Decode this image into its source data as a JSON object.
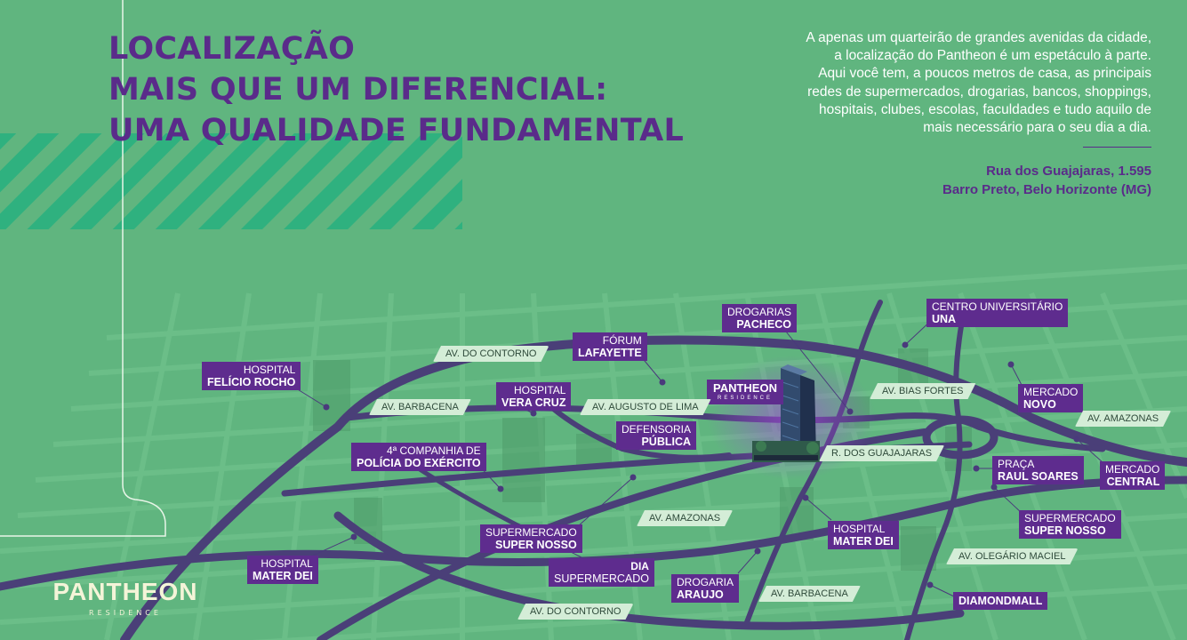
{
  "headline": {
    "line1": "LOCALIZAÇÃO",
    "line2": "MAIS QUE UM DIFERENCIAL:",
    "line3": "UMA QUALIDADE FUNDAMENTAL"
  },
  "intro": {
    "lines": [
      "A apenas um quarteirão de grandes avenidas da cidade,",
      "a localização do Pantheon é um espetáculo à parte.",
      "Aqui você tem, a poucos metros de casa, as principais",
      "redes de supermercados, drogarias, bancos, shoppings,",
      "hospitais, clubes, escolas, faculdades e tudo aquilo de",
      "mais necessário para o seu dia a dia."
    ]
  },
  "address": {
    "line1": "Rua dos Guajajaras, 1.595",
    "line2": "Barro Preto, Belo Horizonte (MG)"
  },
  "logo": {
    "name": "PANTHEON",
    "sub": "RESIDENCE"
  },
  "map": {
    "colors": {
      "road": "#4a3f78",
      "background": "#60b57f",
      "label": "#5e2c8e",
      "street_label": "#d4edd7"
    },
    "building": {
      "name": "PANTHEON",
      "sub": "RESIDENCE"
    },
    "pois": [
      {
        "top": "HOSPITAL",
        "bottom": "FELÍCIO ROCHO"
      },
      {
        "top": "FÓRUM",
        "bottom": "LAFAYETTE"
      },
      {
        "top": "DROGARIAS",
        "bottom": "PACHECO"
      },
      {
        "top": "CENTRO UNIVERSITÁRIO",
        "bottom": "UNA"
      },
      {
        "top": "HOSPITAL",
        "bottom": "VERA CRUZ"
      },
      {
        "top": "MERCADO",
        "bottom": "NOVO"
      },
      {
        "top": "DEFENSORIA",
        "bottom": "PÚBLICA"
      },
      {
        "top": "4ª COMPANHIA DE",
        "bottom": "POLÍCIA DO EXÉRCITO"
      },
      {
        "top": "PRAÇA",
        "bottom": "RAUL SOARES"
      },
      {
        "top": "MERCADO",
        "bottom": "CENTRAL"
      },
      {
        "top": "SUPERMERCADO",
        "bottom": "SUPER NOSSO"
      },
      {
        "top": "SUPERMERCADO",
        "bottom": "SUPER NOSSO"
      },
      {
        "top": "HOSPITAL",
        "bottom": "MATER DEI"
      },
      {
        "top": "HOSPITAL",
        "bottom": "MATER DEI"
      },
      {
        "top": "DIA",
        "bottom": "SUPERMERCADO"
      },
      {
        "top": "DROGARIA",
        "bottom": "ARAUJO"
      },
      {
        "top": "",
        "bottom": "DIAMONDMALL"
      }
    ],
    "streets": [
      "AV. DO CONTORNO",
      "AV. BARBACENA",
      "AV. AUGUSTO DE LIMA",
      "AV. BIAS FORTES",
      "AV. AMAZONAS",
      "R. DOS GUAJAJARAS",
      "AV. AMAZONAS",
      "AV. OLEGÁRIO MACIEL",
      "AV. BARBACENA",
      "AV. DO CONTORNO"
    ]
  }
}
